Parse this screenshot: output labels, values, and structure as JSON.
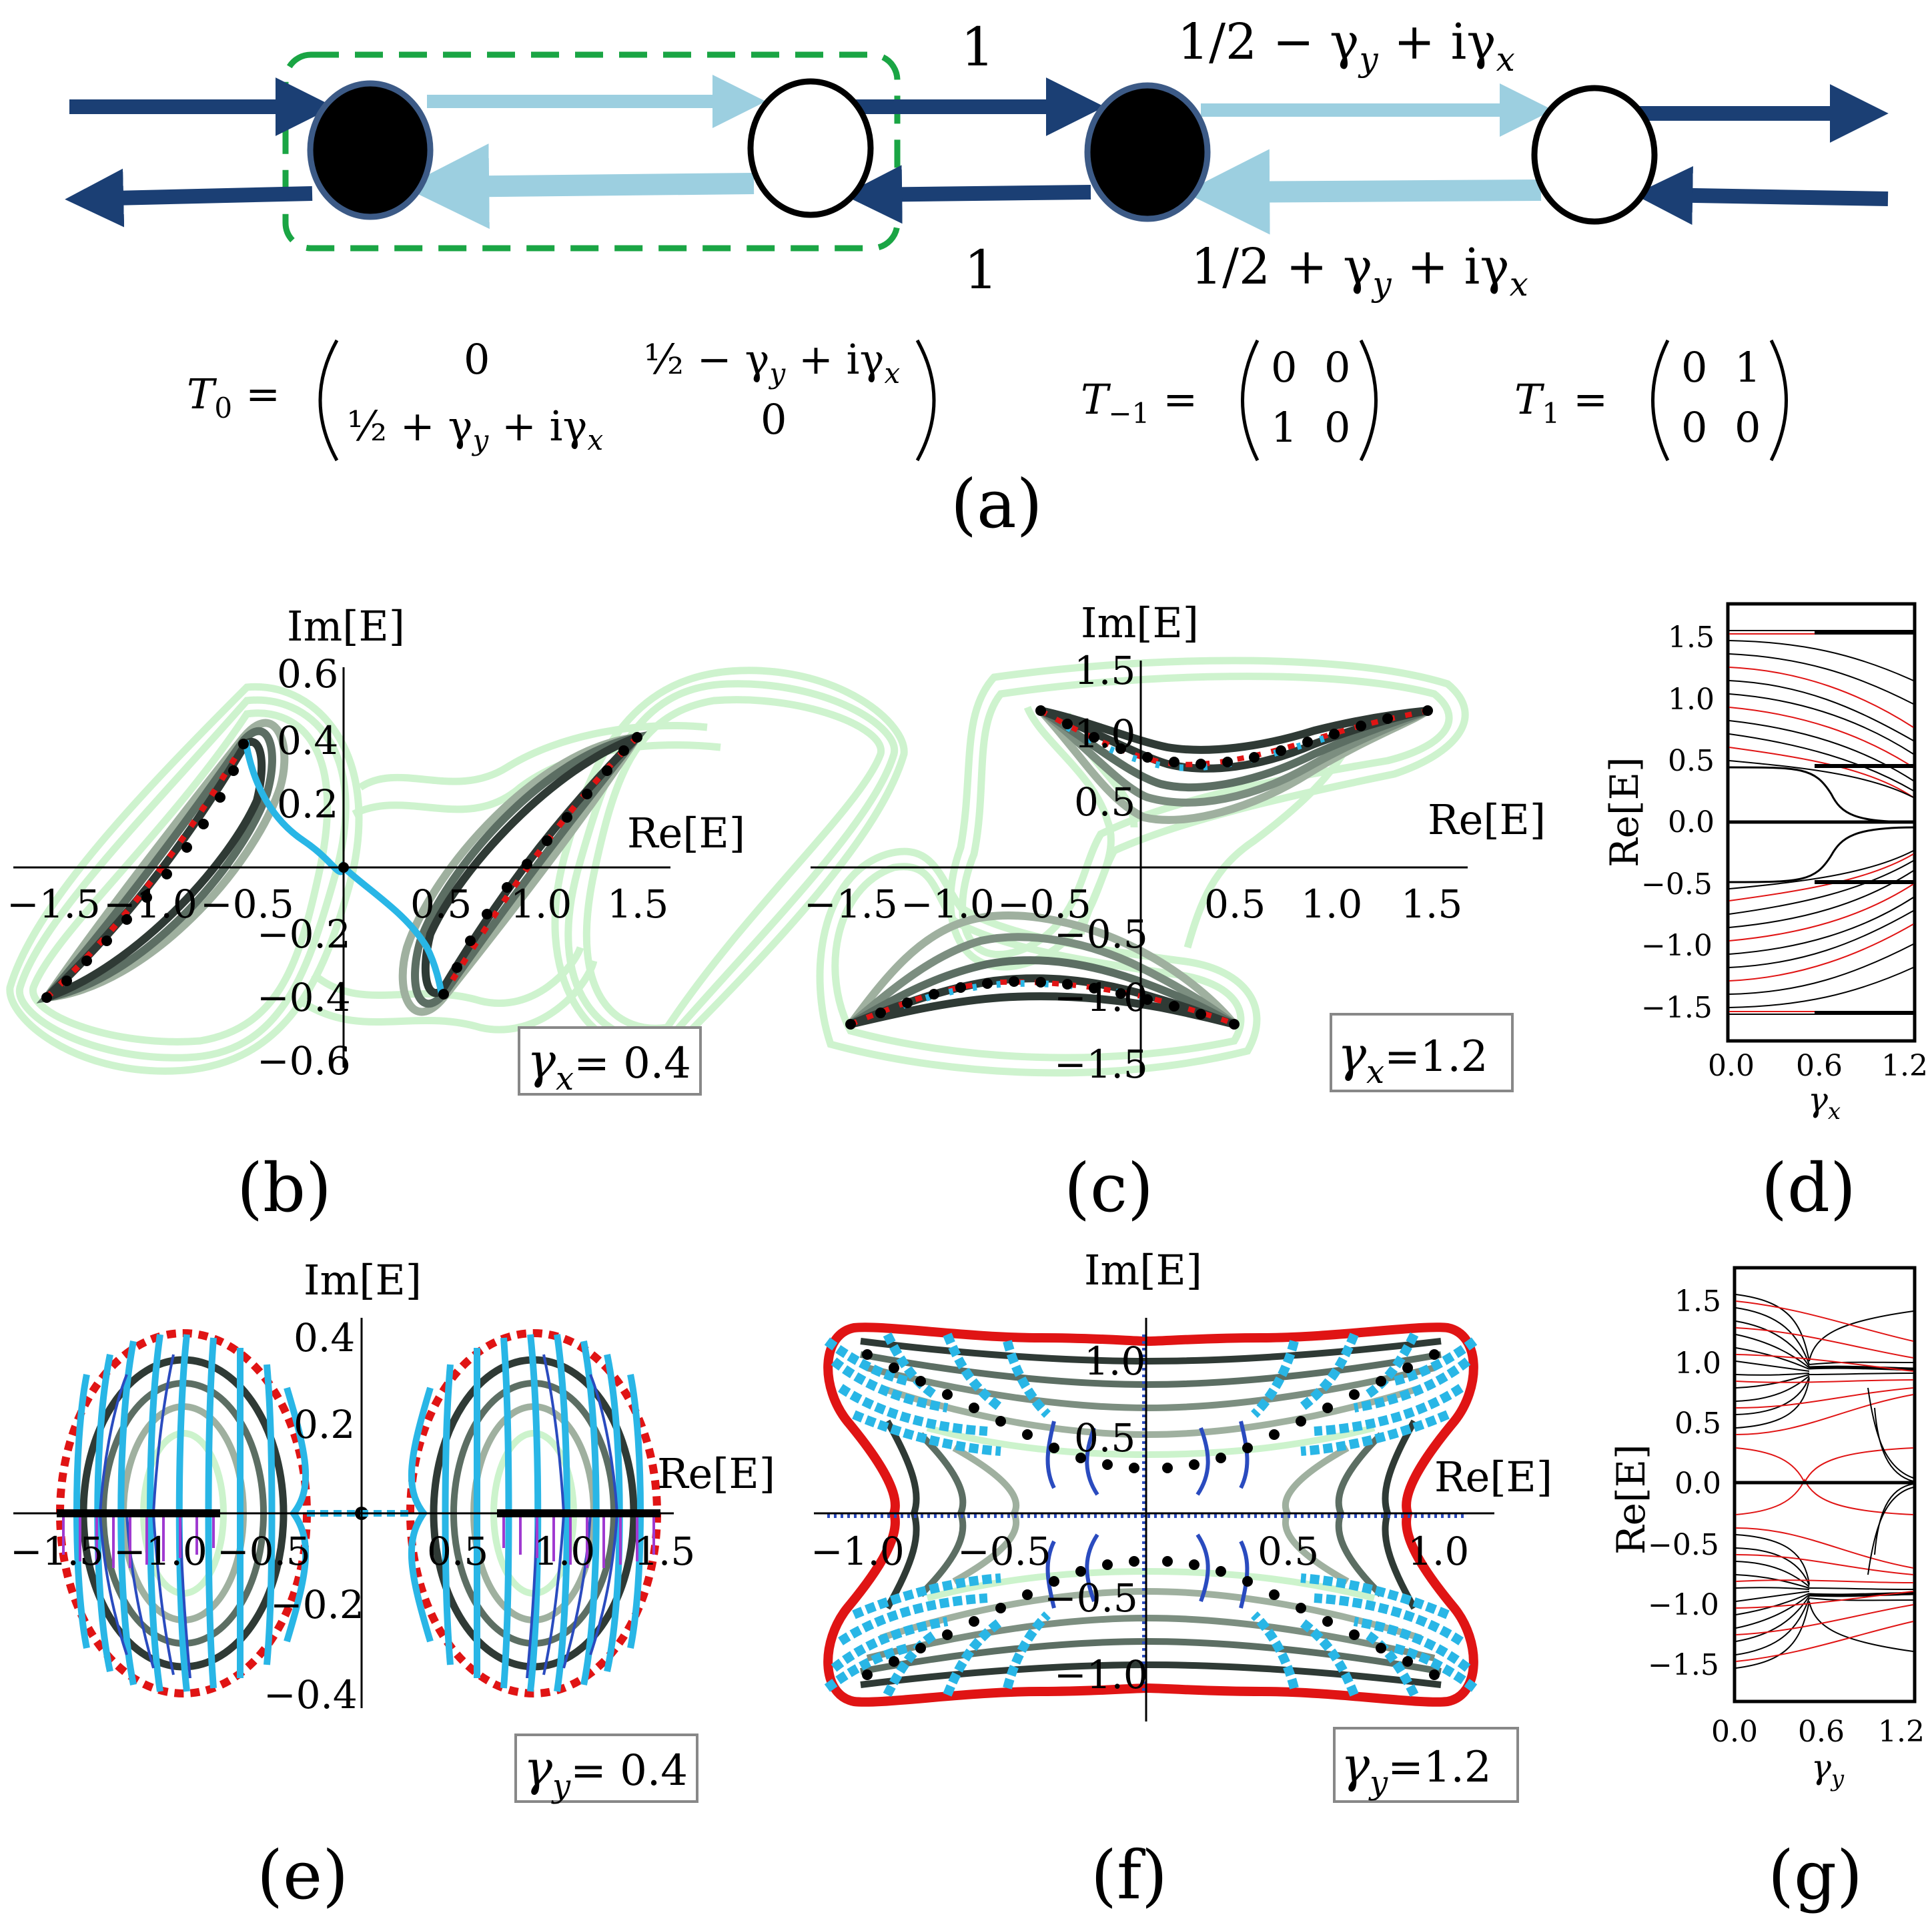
{
  "colors": {
    "dark_arrow": "#1b3f74",
    "light_arrow": "#9ccfe0",
    "dashed_box": "#1aa544",
    "red": "#e01414",
    "cyan": "#29b6e6",
    "blue": "#2a4bbf",
    "purple": "#a03ad0",
    "pale_green": "#ccf3cc",
    "dark_grey": "#2f3a35"
  },
  "panel_a": {
    "hop_top_left": "1",
    "hop_bottom_left": "1",
    "hop_top_right": "1/2 − γ",
    "hop_top_right_sub": "y",
    "hop_top_right_tail": " + iγ",
    "hop_top_right_tail_sub": "x",
    "hop_bottom_right": "1/2 + γ",
    "hop_bottom_right_sub": "y",
    "hop_bottom_right_tail": " + iγ",
    "hop_bottom_right_tail_sub": "x",
    "T0_name": "T",
    "T0_sub": "0",
    "T0_m11": "0",
    "T0_m12": "½ − γ",
    "T0_m12_sub": "y",
    "T0_m12_tail": " + iγ",
    "T0_m12_tail_sub": "x",
    "T0_m21": "½ + γ",
    "T0_m21_sub": "y",
    "T0_m21_tail": " + iγ",
    "T0_m21_tail_sub": "x",
    "T0_m22": "0",
    "Tm1_name": "T",
    "Tm1_sub": "−1",
    "Tm1_entries": [
      "0",
      "0",
      "1",
      "0"
    ],
    "T1_name": "T",
    "T1_sub": "1",
    "T1_entries": [
      "0",
      "1",
      "0",
      "0"
    ],
    "equals": "=",
    "label": "(a)"
  },
  "panel_b": {
    "label": "(b)",
    "im_label": "Im[E]",
    "re_label": "Re[E]",
    "x_ticks": [
      "−1.5",
      "−1.0",
      "−0.5",
      "0.5",
      "1.0",
      "1.5"
    ],
    "y_ticks": [
      "0.6",
      "0.4",
      "0.2",
      "−0.2",
      "−0.4",
      "−0.6"
    ],
    "gamma_symbol": "γ",
    "gamma_sub": "x",
    "gamma_value": "= 0.4"
  },
  "panel_c": {
    "label": "(c)",
    "im_label": "Im[E]",
    "re_label": "Re[E]",
    "x_ticks": [
      "−1.5",
      "−1.0",
      "−0.5",
      "0.5",
      "1.0",
      "1.5"
    ],
    "y_ticks": [
      "1.5",
      "1.0",
      "0.5",
      "−0.5",
      "−1.0",
      "−1.5"
    ],
    "gamma_symbol": "γ",
    "gamma_sub": "x",
    "gamma_value": "=1.2"
  },
  "panel_d": {
    "label": "(d)",
    "ylabel": "Re[E]",
    "y_ticks": [
      "1.5",
      "1.0",
      "0.5",
      "0.0",
      "−0.5",
      "−1.0",
      "−1.5"
    ],
    "x_ticks": [
      "0.0",
      "0.6",
      "1.2"
    ],
    "xlabel": "γ",
    "xlabel_sub": "x"
  },
  "panel_e": {
    "label": "(e)",
    "im_label": "Im[E]",
    "re_label": "Re[E]",
    "x_ticks": [
      "−1.5",
      "−1.0",
      "−0.5",
      "0.5",
      "1.0",
      "1.5"
    ],
    "y_ticks": [
      "0.4",
      "0.2",
      "−0.2",
      "−0.4"
    ],
    "gamma_symbol": "γ",
    "gamma_sub": "y",
    "gamma_value": "= 0.4"
  },
  "panel_f": {
    "label": "(f)",
    "im_label": "Im[E]",
    "re_label": "Re[E]",
    "x_ticks": [
      "−1.0",
      "−0.5",
      "0.5",
      "1.0"
    ],
    "y_ticks": [
      "1.0",
      "0.5",
      "−0.5",
      "−1.0"
    ],
    "gamma_symbol": "γ",
    "gamma_sub": "y",
    "gamma_value": "=1.2"
  },
  "panel_g": {
    "label": "(g)",
    "ylabel": "Re[E]",
    "y_ticks": [
      "1.5",
      "1.0",
      "0.5",
      "0.0",
      "−0.5",
      "−1.0",
      "−1.5"
    ],
    "x_ticks": [
      "0.0",
      "0.6",
      "1.2"
    ],
    "xlabel": "γ",
    "xlabel_sub": "y"
  }
}
